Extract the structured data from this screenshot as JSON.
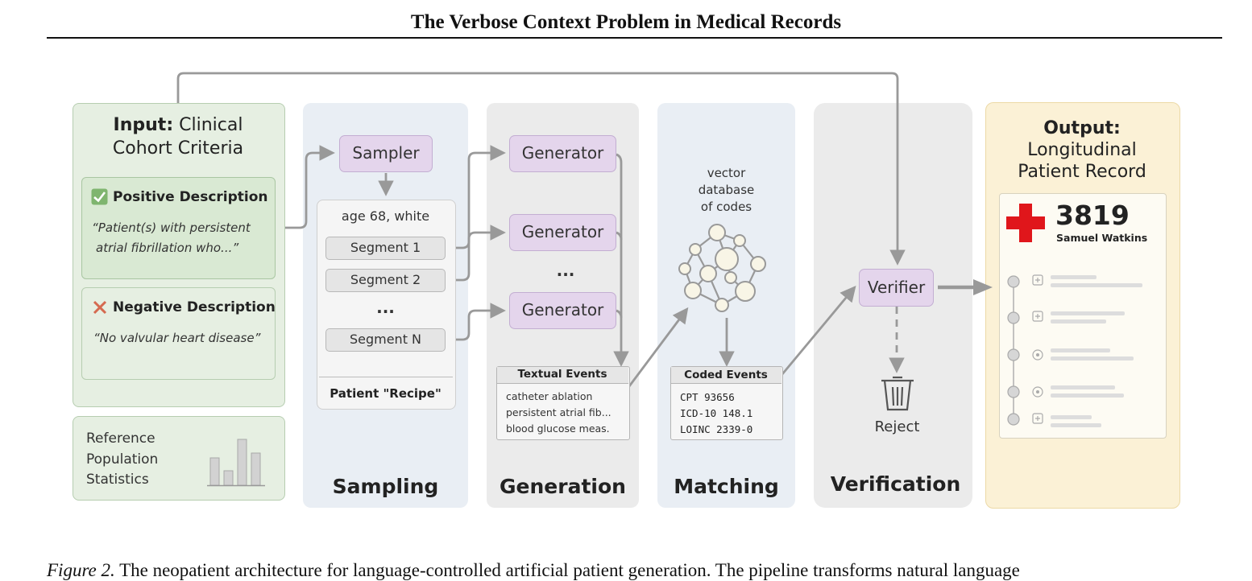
{
  "header": {
    "running_title": "The Verbose Context Problem in Medical Records"
  },
  "input": {
    "title_bold": "Input:",
    "title_rest": " Clinical",
    "title_line2": "Cohort Criteria",
    "positive": {
      "label": "Positive Description",
      "line1": "“Patient(s) with persistent",
      "line2": "atrial fibrillation who...”"
    },
    "negative": {
      "label": "Negative Description",
      "text": "“No valvular heart disease”"
    },
    "reference": {
      "line1": "Reference",
      "line2": "Population",
      "line3": "Statistics"
    }
  },
  "sampling": {
    "sampler": "Sampler",
    "demographics": "age 68, white",
    "segments": [
      "Segment 1",
      "Segment 2",
      "...",
      "Segment N"
    ],
    "recipe": "Patient \"Recipe\"",
    "label": "Sampling"
  },
  "generation": {
    "generators": [
      "Generator",
      "Generator",
      "Generator"
    ],
    "ellipsis": "...",
    "textual_events": {
      "title": "Textual Events",
      "items": [
        "catheter ablation",
        "persistent atrial fib...",
        "blood glucose meas."
      ]
    },
    "label": "Generation"
  },
  "matching": {
    "db_line1": "vector",
    "db_line2": "database",
    "db_line3": "of codes",
    "coded_events": {
      "title": "Coded Events",
      "items": [
        "CPT 93656",
        "ICD-10 148.1",
        "LOINC 2339-0"
      ]
    },
    "label": "Matching"
  },
  "verification": {
    "verifier": "Verifier",
    "reject": "Reject",
    "label": "Verification"
  },
  "output": {
    "title_bold": "Output:",
    "line1": "Longitudinal",
    "line2": "Patient Record",
    "patient_id": "3819",
    "patient_name": "Samuel Watkins"
  },
  "colors": {
    "green_panel": "#e6efe2",
    "blue_panel": "#e9eef4",
    "gray_panel": "#ebebeb",
    "output_panel": "#fbf1d6",
    "node_purple": "#e4d5ec",
    "arrow": "#999999",
    "red_cross": "#e0161b"
  },
  "caption": {
    "label": "Figure 2.",
    "text": "The neopatient architecture for language-controlled artificial patient generation. The pipeline transforms natural language"
  }
}
